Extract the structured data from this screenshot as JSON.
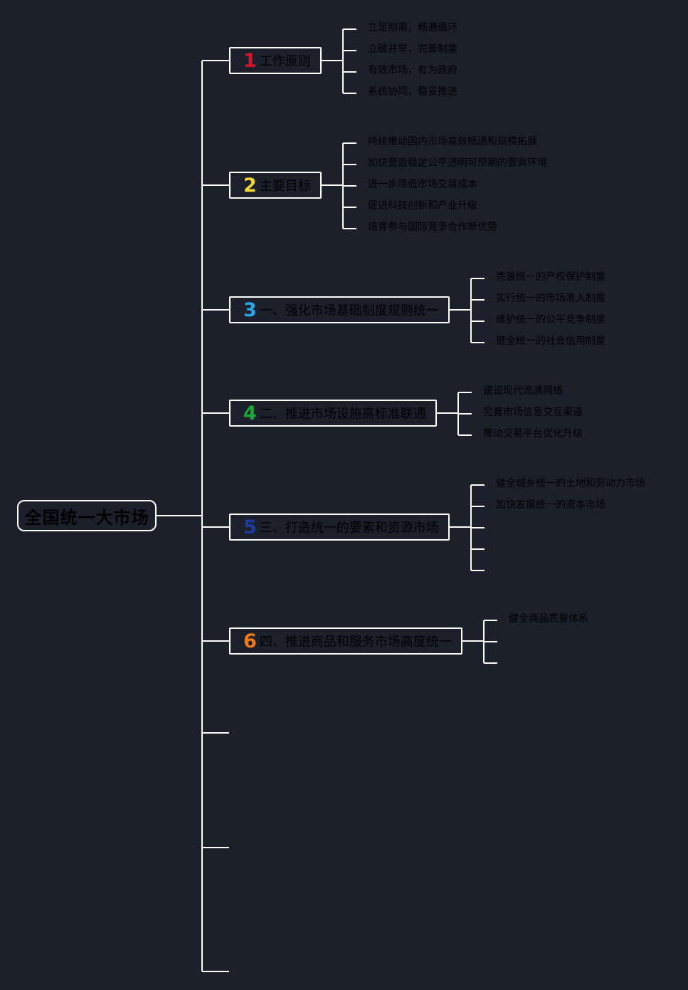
{
  "root": {
    "label": "全国统一大市场"
  },
  "branches": [
    {
      "number": "1",
      "color": "#d8142a",
      "label": "工作原则",
      "children": [
        "立足刚需，畅通循环",
        "立破并举，完善制度",
        "有效市场，有为政府",
        "系统协同，稳妥推进"
      ]
    },
    {
      "number": "2",
      "color": "#f0d43a",
      "label": "主要目标",
      "children": [
        "持续推动国内市场高效畅通和规模拓展",
        "加快营造稳定公平透明可预期的营商环境",
        "进一步降低市场交易成本",
        "促进科技创新和产业升级",
        "培育参与国际竞争合作新优势"
      ]
    },
    {
      "number": "3",
      "color": "#2aa5e6",
      "label": "一、强化市场基础制度规则统一",
      "children": [
        "完善统一的产权保护制度",
        "实行统一的市场准入制度",
        "维护统一的公平竞争制度",
        "健全统一的社会信用制度"
      ]
    },
    {
      "number": "4",
      "color": "#1aa83c",
      "label": "二、推进市场设施高标准联通",
      "children": [
        "建设现代流通网络",
        "完善市场信息交互渠道",
        "推动交易平台优化升级"
      ]
    },
    {
      "number": "5",
      "color": "#1f3aa0",
      "label": "三、打造统一的要素和资源市场",
      "children": [
        "健全城乡统一的土地和劳动力市场",
        "加快发展统一的资本市场",
        "",
        "",
        ""
      ]
    },
    {
      "number": "6",
      "color": "#f07a1a",
      "label": "四、推进商品和服务市场高度统一",
      "children": [
        "健全商品质量体系",
        "",
        ""
      ]
    },
    {
      "number": "",
      "color": "#ffffff",
      "label": "",
      "children": []
    },
    {
      "number": "",
      "color": "#ffffff",
      "label": "",
      "children": []
    },
    {
      "number": "",
      "color": "#ffffff",
      "label": "",
      "children": []
    }
  ]
}
